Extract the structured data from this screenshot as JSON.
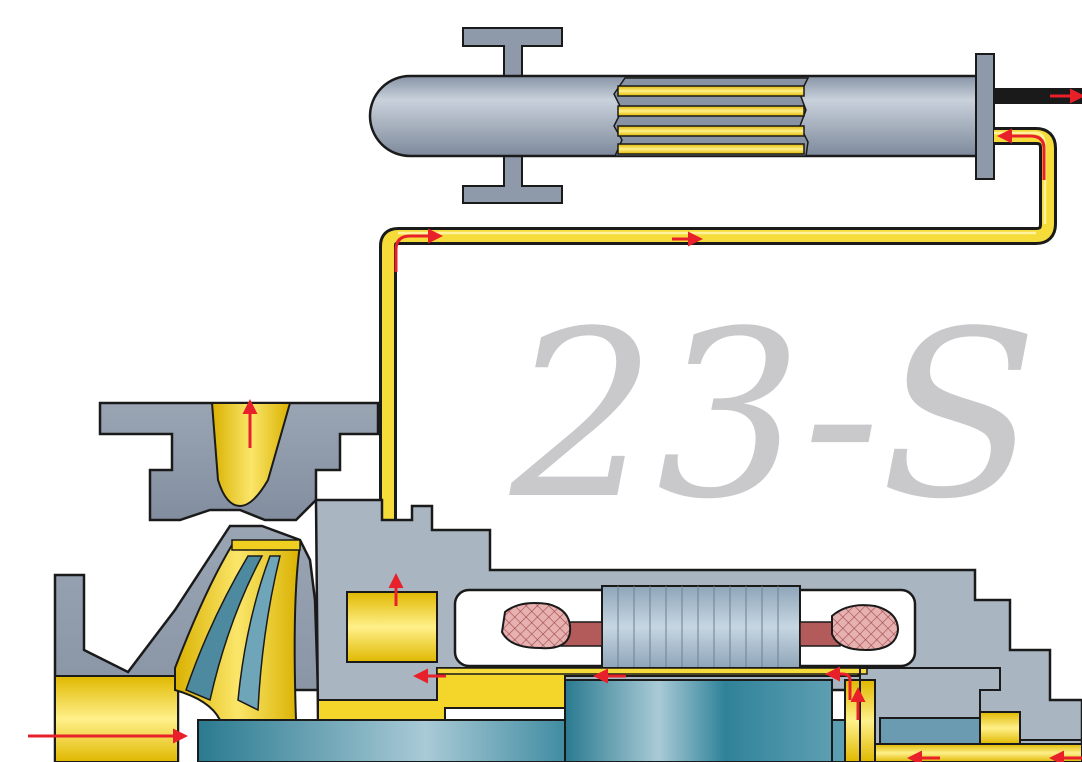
{
  "watermark": {
    "text": "23-S"
  },
  "colors": {
    "casing": "#8e9aaa",
    "casing_light": "#b9c2cd",
    "outline": "#1a1a1a",
    "fluid": "#f2d21a",
    "fluid_dark": "#d9b100",
    "flow_arrow": "#e8202a",
    "coil": "#b35a5a",
    "coil_hatch": "#e8b0b0",
    "stator": "#a9bccb",
    "shaft": "#2e7f94",
    "shaft_light": "#bfd7e0",
    "impeller_blade": "#4d8aa0"
  },
  "components": [
    "heat-exchanger",
    "cooling-pipe",
    "pump-volute",
    "discharge-nozzle",
    "impeller",
    "motor-stator",
    "stator-windings",
    "rotor-shaft",
    "bearing"
  ]
}
